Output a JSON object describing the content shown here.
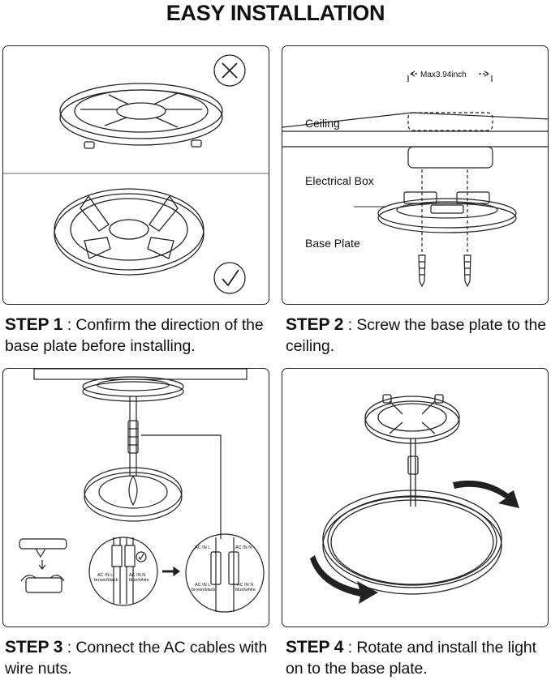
{
  "title": "EASY INSTALLATION",
  "step2": {
    "ceiling": "Ceiling",
    "max_label": "Max3.94inch",
    "electrical_box": "Electrical Box",
    "base_plate": "Base Plate"
  },
  "step3": {
    "label_l1": "AC IN L",
    "label_l1_sub": "brown/black",
    "label_n1": "AC IN N",
    "label_n1_sub": "blue/white",
    "conn_l": "AC IN L",
    "conn_n": "AC IN N",
    "conn_l2": "AC IN L",
    "conn_l2_sub": "brown/black",
    "conn_n2": "AC IN N",
    "conn_n2_sub": "blue/white"
  },
  "steps": [
    {
      "label": "STEP 1",
      "sep": " : ",
      "text": "Confirm the direction of the base plate before installing."
    },
    {
      "label": "STEP 2",
      "sep": " : ",
      "text": "Screw the base plate to the ceiling."
    },
    {
      "label": "STEP 3",
      "sep": " : ",
      "text": "Connect the AC cables with wire nuts."
    },
    {
      "label": "STEP 4",
      "sep": " : ",
      "text": "Rotate and install the light on to the base plate."
    }
  ]
}
